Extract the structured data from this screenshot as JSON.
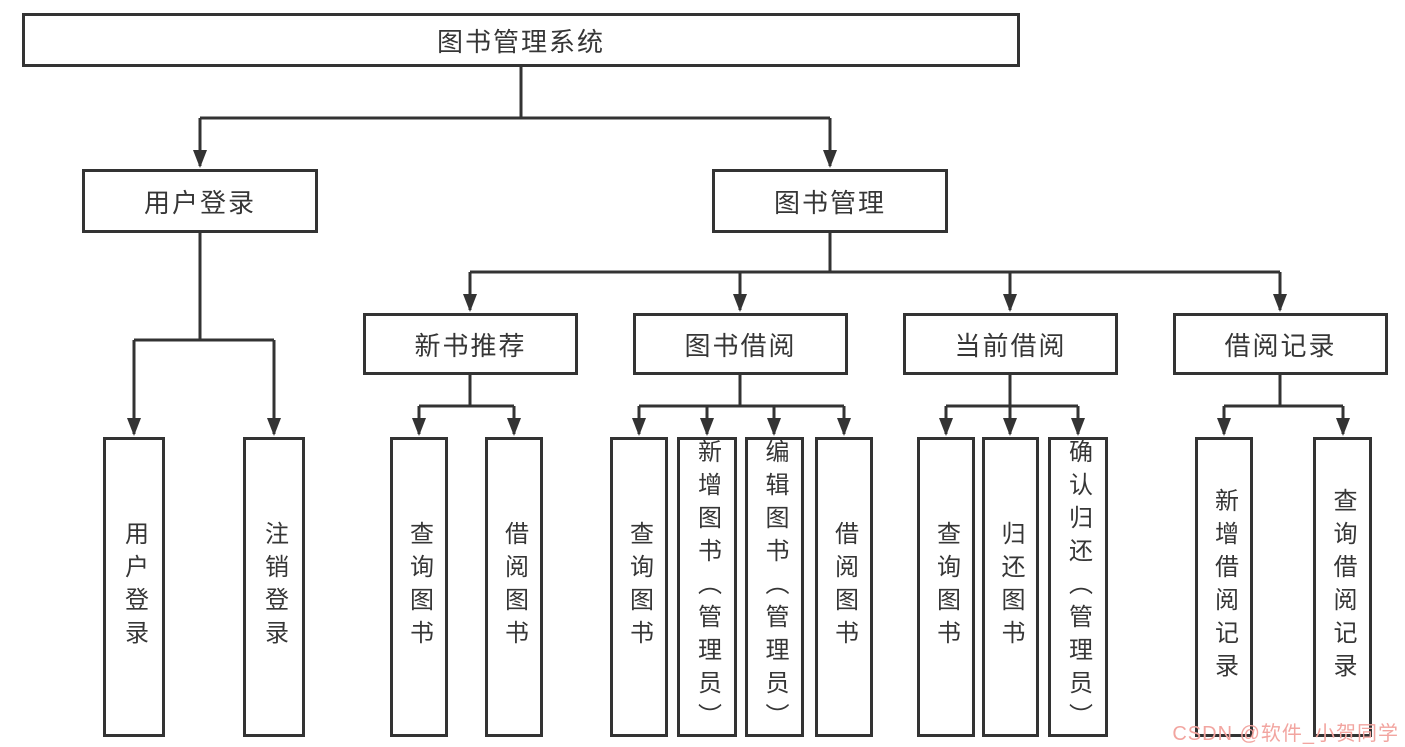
{
  "tree": {
    "root": "图书管理系统",
    "branches": [
      {
        "label": "用户登录",
        "children": [
          "用户登录",
          "注销登录"
        ]
      },
      {
        "label": "图书管理"
      }
    ],
    "modules": [
      {
        "label": "新书推荐",
        "children": [
          "查询图书",
          "借阅图书"
        ]
      },
      {
        "label": "图书借阅",
        "children": [
          "查询图书",
          "新增图书（管理员）",
          "编辑图书（管理员）",
          "借阅图书"
        ]
      },
      {
        "label": "当前借阅",
        "children": [
          "查询图书",
          "归还图书",
          "确认归还（管理员）"
        ]
      },
      {
        "label": "借阅记录",
        "children": [
          "新增借阅记录",
          "查询借阅记录"
        ]
      }
    ]
  },
  "colors": {
    "line": "#333333",
    "watermark": "#f2a5a0"
  },
  "watermark": "CSDN @软件_小贺同学"
}
